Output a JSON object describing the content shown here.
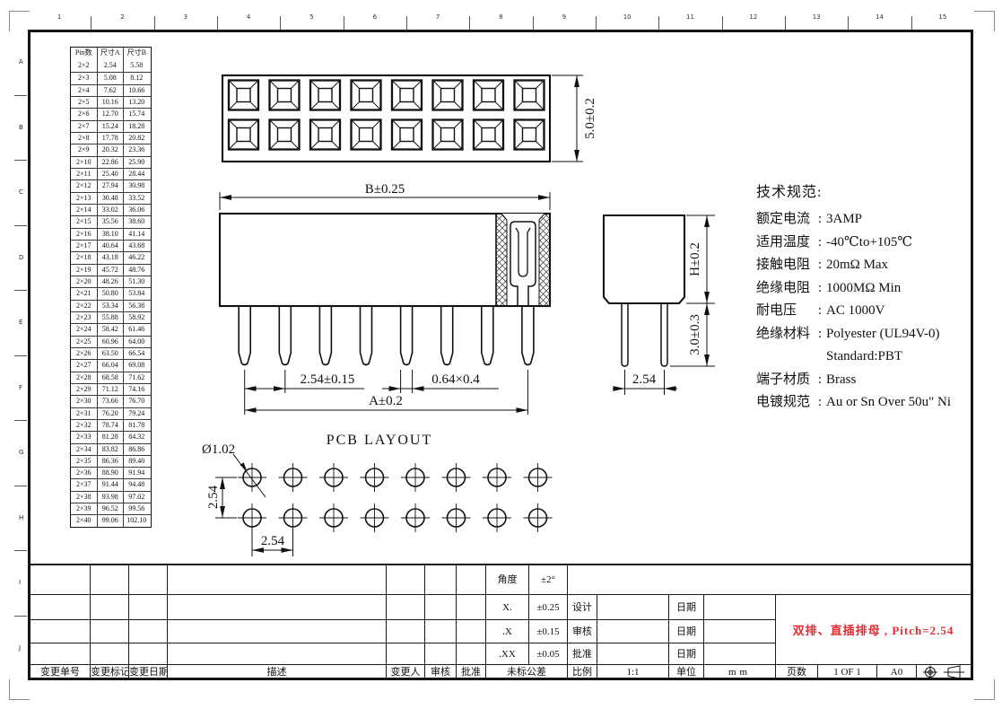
{
  "border": {
    "top_numbers": [
      "1",
      "2",
      "3",
      "4",
      "5",
      "6",
      "7",
      "8",
      "9",
      "10",
      "11",
      "12",
      "13",
      "14",
      "15"
    ],
    "left_letters": [
      "A",
      "B",
      "C",
      "D",
      "E",
      "F",
      "G",
      "H",
      "I",
      "J"
    ]
  },
  "pin_table": {
    "headers": [
      "Pin数",
      "尺寸A",
      "尺寸B"
    ],
    "rows": [
      [
        "2×2",
        "2.54",
        "5.58"
      ],
      [
        "2×3",
        "5.08",
        "8.12"
      ],
      [
        "2×4",
        "7.62",
        "10.66"
      ],
      [
        "2×5",
        "10.16",
        "13.20"
      ],
      [
        "2×6",
        "12.70",
        "15.74"
      ],
      [
        "2×7",
        "15.24",
        "18.28"
      ],
      [
        "2×8",
        "17.78",
        "20.82"
      ],
      [
        "2×9",
        "20.32",
        "23.36"
      ],
      [
        "2×10",
        "22.86",
        "25.90"
      ],
      [
        "2×11",
        "25.40",
        "28.44"
      ],
      [
        "2×12",
        "27.94",
        "30.98"
      ],
      [
        "2×13",
        "30.48",
        "33.52"
      ],
      [
        "2×14",
        "33.02",
        "36.06"
      ],
      [
        "2×15",
        "35.56",
        "38.60"
      ],
      [
        "2×16",
        "38.10",
        "41.14"
      ],
      [
        "2×17",
        "40.64",
        "43.68"
      ],
      [
        "2×18",
        "43.18",
        "46.22"
      ],
      [
        "2×19",
        "45.72",
        "48.76"
      ],
      [
        "2×20",
        "48.26",
        "51.30"
      ],
      [
        "2×21",
        "50.80",
        "53.84"
      ],
      [
        "2×22",
        "53.34",
        "56.38"
      ],
      [
        "2×23",
        "55.88",
        "58.92"
      ],
      [
        "2×24",
        "58.42",
        "61.46"
      ],
      [
        "2×25",
        "60.96",
        "64.00"
      ],
      [
        "2×26",
        "63.50",
        "66.54"
      ],
      [
        "2×27",
        "66.04",
        "69.08"
      ],
      [
        "2×28",
        "68.58",
        "71.62"
      ],
      [
        "2×29",
        "71.12",
        "74.16"
      ],
      [
        "2×30",
        "73.66",
        "76.70"
      ],
      [
        "2×31",
        "76.20",
        "79.24"
      ],
      [
        "2×32",
        "78.74",
        "81.78"
      ],
      [
        "2×33",
        "81.28",
        "84.32"
      ],
      [
        "2×34",
        "83.82",
        "86.86"
      ],
      [
        "2×35",
        "86.36",
        "89.40"
      ],
      [
        "2×36",
        "88.90",
        "91.94"
      ],
      [
        "2×37",
        "91.44",
        "94.48"
      ],
      [
        "2×38",
        "93.98",
        "97.02"
      ],
      [
        "2×39",
        "96.52",
        "99.56"
      ],
      [
        "2×40",
        "99.06",
        "102.10"
      ]
    ]
  },
  "top_view": {
    "rows": 2,
    "cols": 8,
    "dim_height": "5.0±0.2"
  },
  "front_view": {
    "pins": 8,
    "dim_width": "B±0.25",
    "dim_pitch": "2.54±0.15",
    "dim_pin": "0.64×0.4",
    "dim_span": "A±0.2"
  },
  "side_view": {
    "pins": 2,
    "dim_body_height": "H±0.2",
    "dim_pin_length": "3.0±0.3",
    "dim_pitch": "2.54"
  },
  "specs": {
    "title": "技术规范:",
    "lines": [
      {
        "label": "额定电流",
        "value": "3AMP"
      },
      {
        "label": "适用温度",
        "value": "-40℃to+105℃"
      },
      {
        "label": "接触电阻",
        "value": "20mΩ Max"
      },
      {
        "label": "绝缘电阻",
        "value": "1000MΩ Min"
      },
      {
        "label": "耐电压",
        "value": "AC 1000V"
      },
      {
        "label": "绝缘材料",
        "value": "Polyester (UL94V-0)"
      },
      {
        "label": "",
        "value": "Standard:PBT"
      },
      {
        "label": "端子材质",
        "value": "Brass"
      },
      {
        "label": "电镀规范",
        "value": "Au or Sn Over 50u\" Ni"
      }
    ]
  },
  "pcb_layout": {
    "title": "PCB LAYOUT",
    "hole_dia": "Ø1.02",
    "dim_row": "2.54",
    "dim_col": "2.54",
    "rows": 2,
    "cols": 8
  },
  "title_block": {
    "angle_label": "角度",
    "angle_val": "±2°",
    "tol": [
      {
        "k": "X.",
        "v": "±0.25"
      },
      {
        "k": ".X",
        "v": "±0.15"
      },
      {
        "k": ".XX",
        "v": "±0.05"
      }
    ],
    "sign": [
      {
        "role": "设计",
        "date": "日期"
      },
      {
        "role": "审核",
        "date": "日期"
      },
      {
        "role": "批准",
        "date": "日期"
      }
    ],
    "untol_label": "未标公差",
    "scale_label": "比例",
    "scale": "1:1",
    "unit_label": "单位",
    "unit": "mm",
    "pages_label": "页数",
    "pages": "1 OF 1",
    "sheet_size": "A0",
    "bottom": [
      "变更单号",
      "变更标记",
      "变更日期",
      "描述",
      "变更人",
      "审核",
      "批准"
    ]
  },
  "note": {
    "text": "双排、直插排母 , Pitch=2.54",
    "color": "#e22b30"
  }
}
